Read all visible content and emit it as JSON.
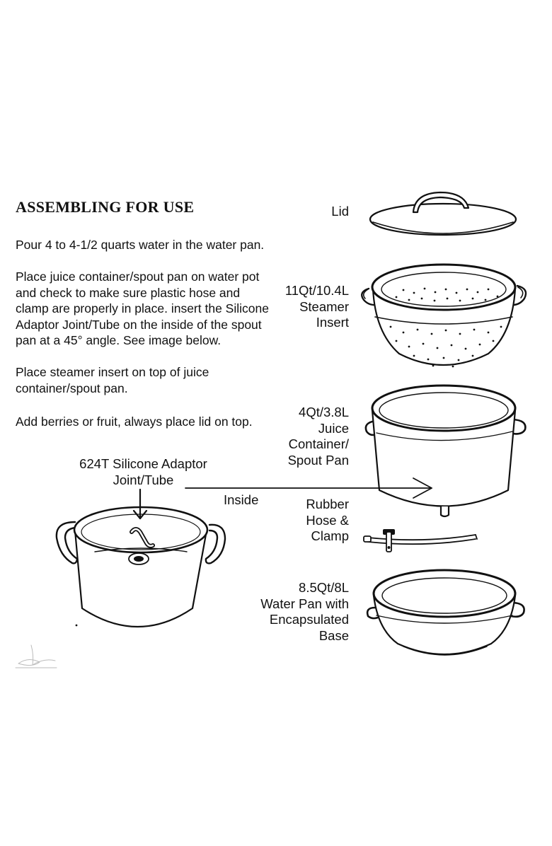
{
  "heading": "ASSEMBLING FOR USE",
  "instructions": [
    [
      "Pour 4 to 4-1/2 quarts water in the water pan."
    ],
    [
      "Place juice container/spout pan on water pot",
      "and check to make sure plastic hose and",
      "clamp are properly in place. insert the Silicone",
      "Adaptor Joint/Tube  on the inside of the spout",
      "pan at a 45° angle. See image below."
    ],
    [
      "Place steamer insert on top of juice",
      "container/spout pan."
    ],
    [
      "Add berries or fruit, always place lid on top."
    ]
  ],
  "labels": {
    "lid": [
      "Lid"
    ],
    "steamer": [
      "11Qt/10.4L",
      "Steamer",
      "Insert"
    ],
    "juice": [
      "4Qt/3.8L",
      "Juice",
      "Container/",
      "Spout Pan"
    ],
    "hose": [
      "Rubber",
      "Hose &",
      "Clamp"
    ],
    "water_pan": [
      "8.5Qt/8L",
      "Water Pan with",
      "Encapsulated",
      "Base"
    ],
    "adaptor": [
      "624T Silicone Adaptor",
      "Joint/Tube"
    ],
    "inside": "Inside"
  }
}
